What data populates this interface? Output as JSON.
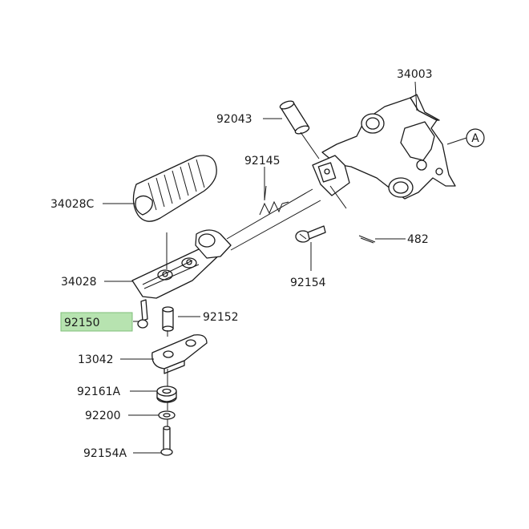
{
  "labels": {
    "p34003": "34003",
    "p92043": "92043",
    "p92145": "92145",
    "p34028C": "34028C",
    "p482": "482",
    "p92154": "92154",
    "p34028": "34028",
    "p92150": "92150",
    "p92152": "92152",
    "p13042": "13042",
    "p92161A": "92161A",
    "p92200": "92200",
    "p92154A": "92154A",
    "refA": "A"
  },
  "highlight": {
    "part": "92150",
    "color": "#b7e3b0"
  }
}
